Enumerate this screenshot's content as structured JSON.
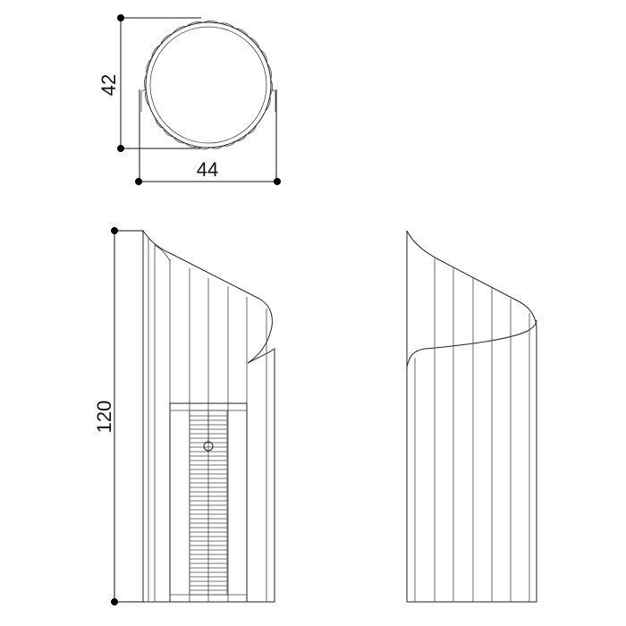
{
  "dimensions": {
    "depth": "42",
    "width": "44",
    "height": "120"
  }
}
